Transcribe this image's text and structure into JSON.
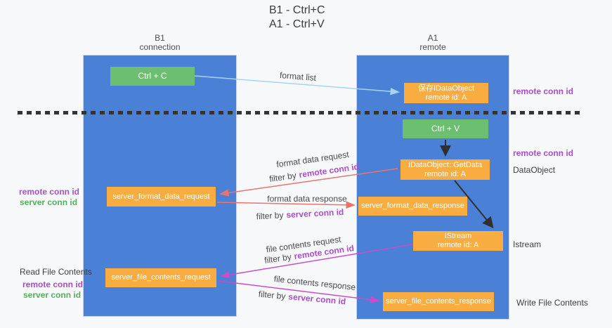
{
  "title": {
    "line1": "B1 - Ctrl+C",
    "line2": "A1 - Ctrl+V"
  },
  "lifelines": {
    "left": {
      "name": "B1",
      "subtitle": "connection"
    },
    "right": {
      "name": "A1",
      "subtitle": "remote"
    }
  },
  "nodes": {
    "ctrl_c": {
      "label": "Ctrl + C"
    },
    "save_dataobject": {
      "line1": "保存IDataObject",
      "line2": "remote id: A"
    },
    "ctrl_v": {
      "label": "Ctrl + V"
    },
    "getdata": {
      "line1": "IDataObject::GetData",
      "line2": "remote id: A"
    },
    "istream": {
      "line1": "IStream",
      "line2": "remote id: A"
    },
    "format_request": {
      "label": "server_format_data_request"
    },
    "format_response": {
      "label": "server_format_data_response"
    },
    "file_request": {
      "label": "server_file_contents_request"
    },
    "file_response": {
      "label": "server_file_contents_response"
    }
  },
  "edge_labels": {
    "format_list": "format list",
    "format_data_request": "format data request",
    "format_data_response": "format data response",
    "file_contents_request": "file contents request",
    "file_contents_response": "file contents response",
    "filter_by": "filter by",
    "remote_conn_id": "remote conn id",
    "server_conn_id": "server conn id"
  },
  "annotations": {
    "remote_conn_id": "remote conn id",
    "server_conn_id": "server conn id",
    "dataobject": "DataObject",
    "istream": "Istream",
    "read_file_contents": "Read File Contents",
    "write_file_contents": "Write File Contents"
  },
  "colors": {
    "lifeline_blue": "#4a80d6",
    "node_orange": "#f9ad41",
    "node_green": "#6cbe71",
    "arrow_lightblue": "#a8d3f1",
    "arrow_salmon": "#e8756d",
    "arrow_magenta": "#c94ec9",
    "arrow_black": "#303030",
    "text_purple": "#a84fc8",
    "text_green": "#53b15b",
    "divider_black": "#333333"
  }
}
